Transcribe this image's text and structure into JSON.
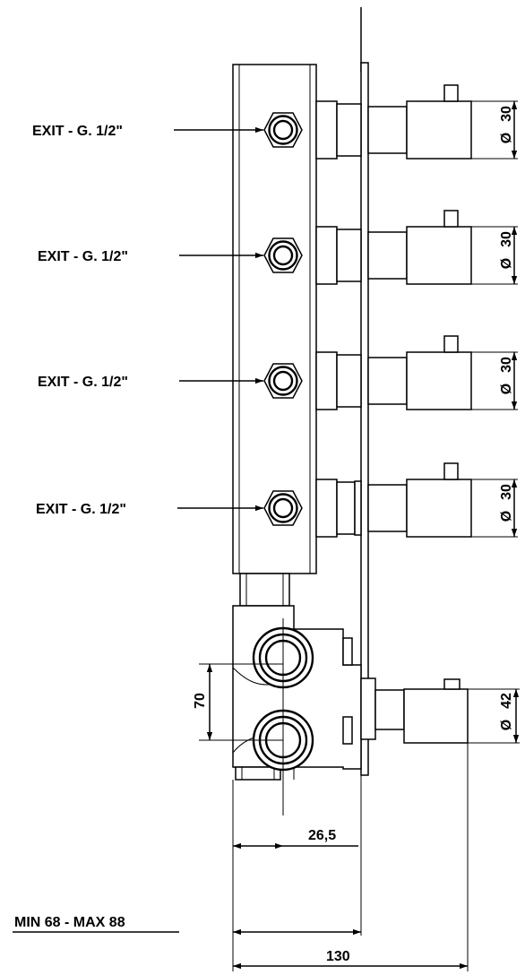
{
  "exit_labels": [
    {
      "text": "EXIT - G. 1/2\""
    },
    {
      "text": "EXIT - G. 1/2\""
    },
    {
      "text": "EXIT - G. 1/2\""
    },
    {
      "text": "EXIT - G. 1/2\""
    }
  ],
  "diameter_labels": [
    {
      "symbol": "Ø",
      "value": "30"
    },
    {
      "symbol": "Ø",
      "value": "30"
    },
    {
      "symbol": "Ø",
      "value": "30"
    },
    {
      "symbol": "Ø",
      "value": "30"
    }
  ],
  "mixer_diameter": {
    "symbol": "Ø",
    "value": "42"
  },
  "dimensions": {
    "inlet_spacing": "70",
    "offset": "26,5",
    "min_max": "MIN 68 - MAX 88",
    "total_depth": "130"
  }
}
